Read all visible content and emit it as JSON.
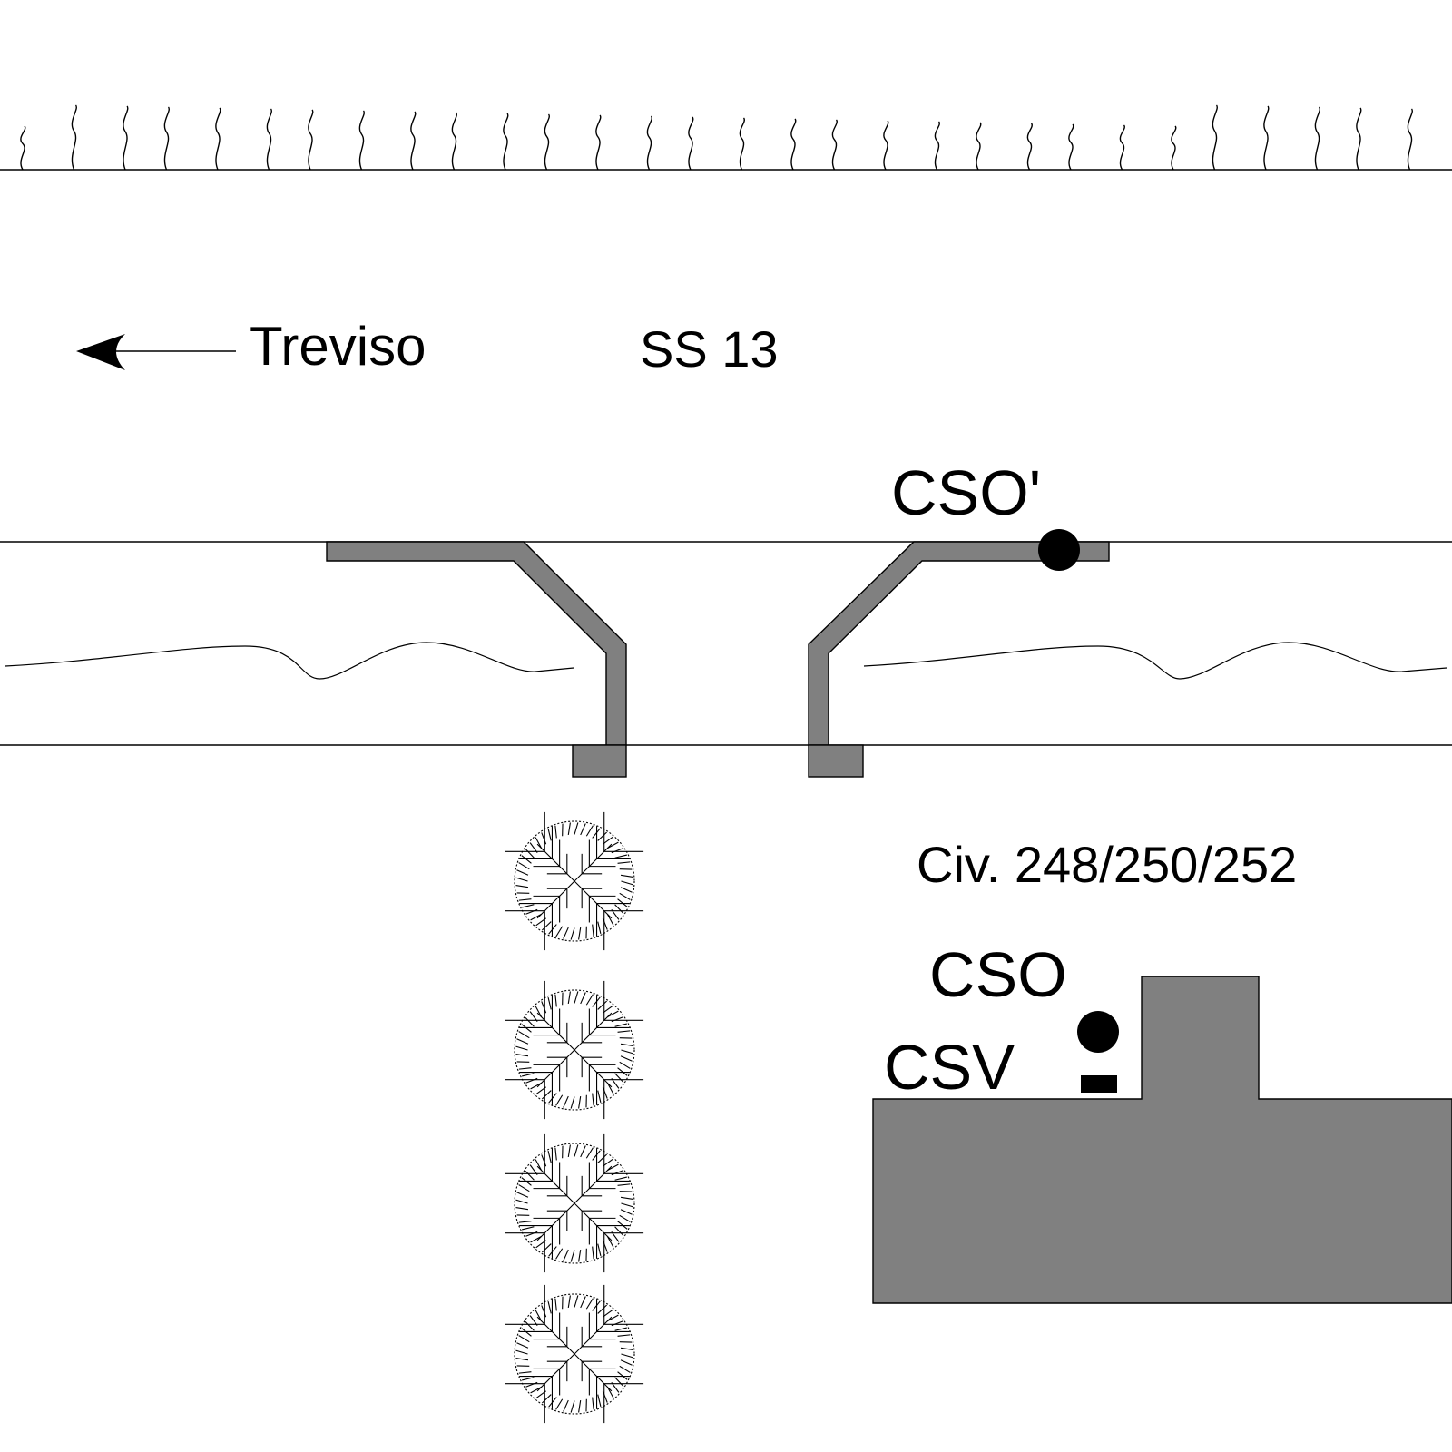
{
  "labels": {
    "direction": "Treviso",
    "road": "SS 13",
    "cso_prime": "CSO'",
    "address": "Civ. 248/250/252",
    "cso": "CSO",
    "csv": "CSV"
  },
  "colors": {
    "fill": "#808080",
    "line": "#000000",
    "background": "#ffffff"
  },
  "symbols": {
    "trees": 4,
    "arrow": "arrow-left-icon",
    "tree": "tree-icon",
    "grass": "grass-icon"
  }
}
